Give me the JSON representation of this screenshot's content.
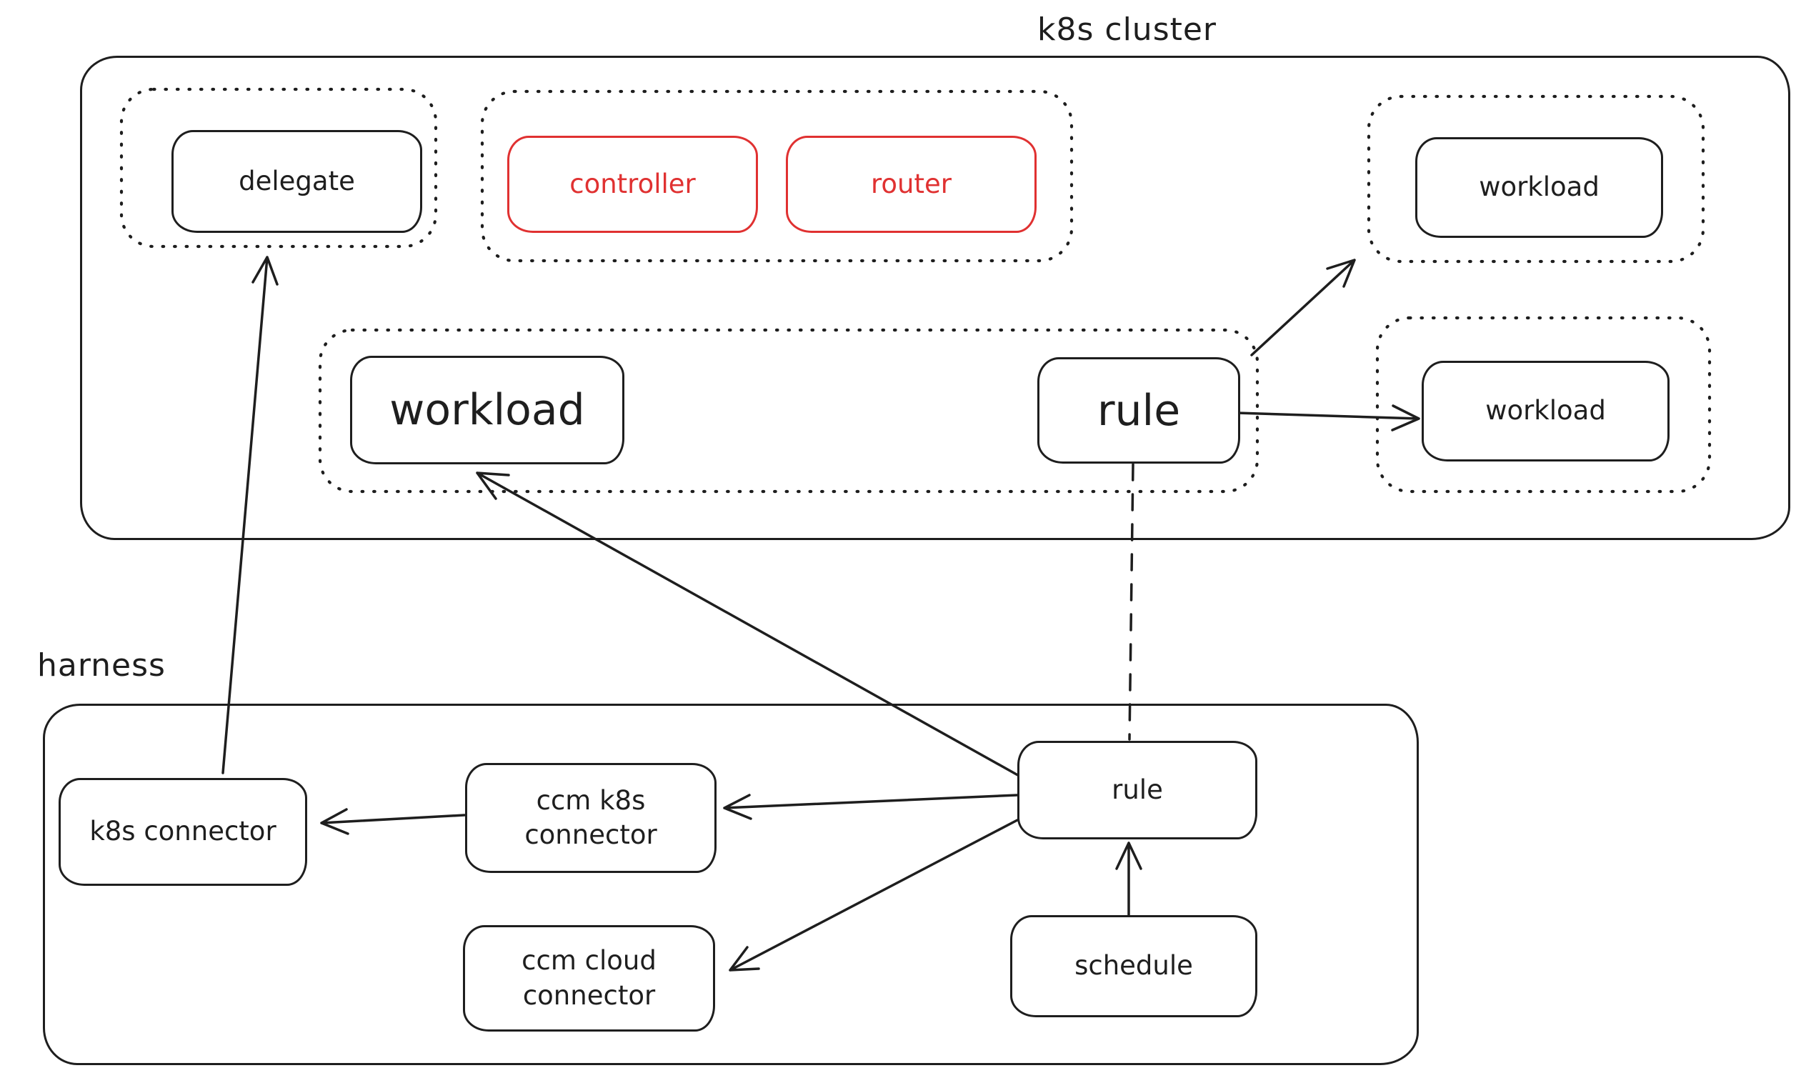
{
  "diagram": {
    "background": "#ffffff",
    "stroke_color": "#1e1e1e",
    "accent_color": "#e03131",
    "clusters": {
      "k8s": {
        "label": "k8s cluster"
      },
      "harness": {
        "label": "harness"
      }
    },
    "nodes": {
      "delegate": {
        "label": "delegate"
      },
      "controller": {
        "label": "controller"
      },
      "router": {
        "label": "router"
      },
      "workload_top_right": {
        "label": "workload"
      },
      "workload_middle": {
        "label": "workload"
      },
      "rule_k8s": {
        "label": "rule"
      },
      "workload_right": {
        "label": "workload"
      },
      "k8s_connector": {
        "label": "k8s connector"
      },
      "ccm_k8s_connector": {
        "label": "ccm k8s\nconnector"
      },
      "ccm_cloud_connector": {
        "label": "ccm cloud\nconnector"
      },
      "rule_harness": {
        "label": "rule"
      },
      "schedule": {
        "label": "schedule"
      }
    },
    "edges": [
      {
        "from": "k8s_connector",
        "to": "delegate",
        "style": "solid-arrow"
      },
      {
        "from": "rule_harness",
        "to": "workload_middle",
        "style": "solid-arrow"
      },
      {
        "from": "rule_k8s",
        "to": "workload_top_right",
        "style": "solid-arrow"
      },
      {
        "from": "rule_k8s",
        "to": "workload_right",
        "style": "solid-arrow"
      },
      {
        "from": "rule_k8s",
        "to": "rule_harness",
        "style": "dashed-line"
      },
      {
        "from": "schedule",
        "to": "rule_harness",
        "style": "solid-arrow"
      },
      {
        "from": "rule_harness",
        "to": "ccm_k8s_connector",
        "style": "solid-arrow"
      },
      {
        "from": "rule_harness",
        "to": "ccm_cloud_connector",
        "style": "solid-arrow"
      },
      {
        "from": "ccm_k8s_connector",
        "to": "k8s_connector",
        "style": "solid-arrow"
      }
    ]
  }
}
